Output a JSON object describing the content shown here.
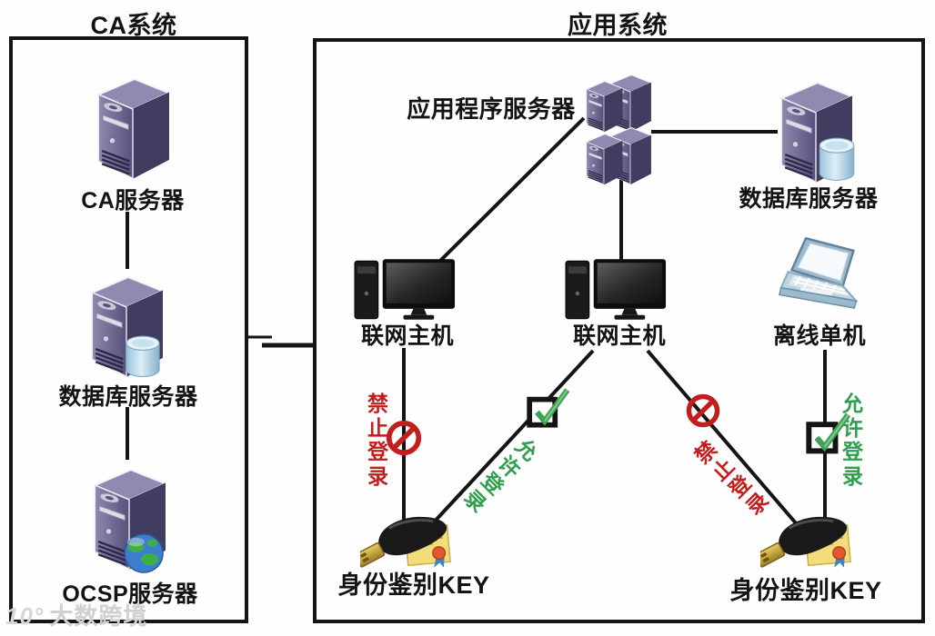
{
  "ca_box": {
    "title": "CA系统",
    "servers": [
      {
        "label": "CA服务器"
      },
      {
        "label": "数据库服务器"
      },
      {
        "label": "OCSP服务器"
      }
    ]
  },
  "app_box": {
    "title": "应用系统",
    "app_server_label": "应用程序服务器",
    "db_server_label": "数据库服务器",
    "host1_label": "联网主机",
    "host2_label": "联网主机",
    "offline_label": "离线单机",
    "key1_label": "身份鉴别KEY",
    "key2_label": "身份鉴别KEY",
    "deny_login_left": "禁止登录",
    "allow_login_left": "允许登录",
    "deny_login_right": "禁止登录",
    "allow_login_right": "允许登录"
  },
  "colors": {
    "deny_red": "#c41d1d",
    "allow_green": "#2f9e4e",
    "line_black": "#141414",
    "server_purple": "#55517a"
  },
  "watermark": {
    "logo": "10°",
    "text": "大数跨境"
  }
}
